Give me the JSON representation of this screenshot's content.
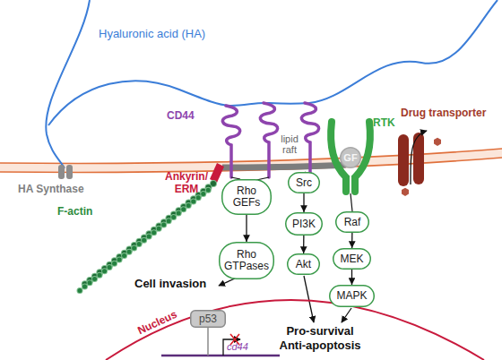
{
  "diagram": {
    "nodes": [
      {
        "text": [
          "Rho GEFs"
        ]
      },
      {
        "text": [
          "Rho GTPases"
        ]
      },
      {
        "text": [
          "Src"
        ]
      },
      {
        "text": [
          "PI3K"
        ]
      },
      {
        "text": [
          "Akt"
        ]
      },
      {
        "text": [
          "GF"
        ]
      },
      {
        "text": [
          "Raf"
        ]
      },
      {
        "text": [
          "MEK"
        ]
      },
      {
        "text": [
          "MAPK"
        ]
      },
      {
        "text": [
          "p53"
        ]
      }
    ],
    "edges": [
      {
        "from": 0,
        "to": 1,
        "arrow": "to"
      },
      {
        "from": 2,
        "to": 3,
        "arrow": "to"
      },
      {
        "from": 3,
        "to": 4,
        "arrow": "to"
      },
      {
        "from": 6,
        "to": 7,
        "arrow": "to"
      },
      {
        "from": 7,
        "to": 8,
        "arrow": "to"
      }
    ],
    "labels": [
      "Hyaluronic acid (HA)",
      "CD44",
      "lipid raft",
      "RTK",
      "Drug transporter",
      "HA Synthase",
      "Ankyrin/ ERM",
      "F-actin",
      "Cell invasion",
      "Pro-survival Anti-apoptosis",
      "Nucleus",
      "cd44"
    ]
  }
}
